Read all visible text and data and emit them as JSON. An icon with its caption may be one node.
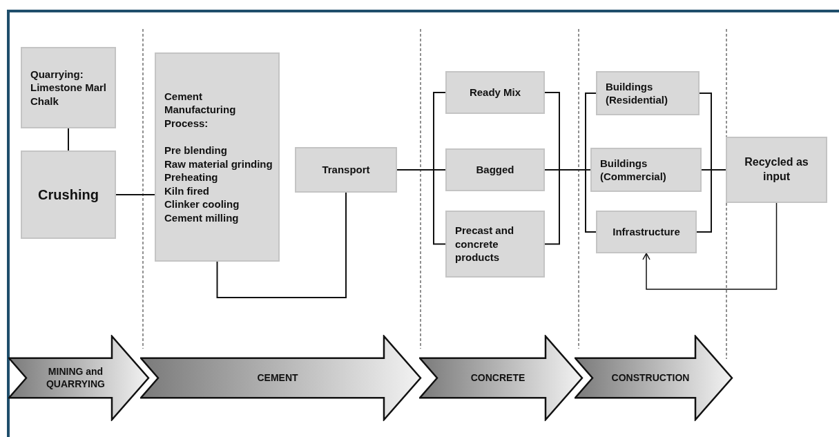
{
  "diagram": {
    "nodes": [
      {
        "text": [
          "Quarrying: Limestone Marl Chalk"
        ]
      },
      {
        "text": [
          "Crushing"
        ]
      },
      {
        "text": [
          "Cement Manufacturing Process:",
          "Pre blending",
          "Raw material grinding",
          "Preheating",
          "Kiln fired",
          "Clinker cooling",
          "Cement milling"
        ]
      },
      {
        "text": [
          "Transport"
        ]
      },
      {
        "text": [
          "Ready Mix"
        ]
      },
      {
        "text": [
          "Bagged"
        ]
      },
      {
        "text": [
          "Precast and concrete products"
        ]
      },
      {
        "text": [
          "Buildings (Residential)"
        ]
      },
      {
        "text": [
          "Buildings (Commercial)"
        ]
      },
      {
        "text": [
          "Infrastructure"
        ]
      },
      {
        "text": [
          "Recycled as input"
        ]
      },
      {
        "text": [
          "MINING and QUARRYING"
        ]
      },
      {
        "text": [
          "CEMENT"
        ]
      },
      {
        "text": [
          "CONCRETE"
        ]
      },
      {
        "text": [
          "CONSTRUCTION"
        ]
      }
    ],
    "edges": [
      {
        "from": 0,
        "to": 1,
        "arrow": "none"
      },
      {
        "from": 1,
        "to": 2,
        "arrow": "none"
      },
      {
        "from": 2,
        "to": 3,
        "arrow": "none"
      },
      {
        "from": 3,
        "to": 4,
        "arrow": "none"
      },
      {
        "from": 3,
        "to": 5,
        "arrow": "none"
      },
      {
        "from": 3,
        "to": 6,
        "arrow": "none"
      },
      {
        "from": 4,
        "to": 7,
        "arrow": "none"
      },
      {
        "from": 4,
        "to": 8,
        "arrow": "none"
      },
      {
        "from": 4,
        "to": 9,
        "arrow": "none"
      },
      {
        "from": 5,
        "to": 7,
        "arrow": "none"
      },
      {
        "from": 5,
        "to": 8,
        "arrow": "none"
      },
      {
        "from": 5,
        "to": 9,
        "arrow": "none"
      },
      {
        "from": 6,
        "to": 7,
        "arrow": "none"
      },
      {
        "from": 6,
        "to": 8,
        "arrow": "none"
      },
      {
        "from": 6,
        "to": 9,
        "arrow": "none"
      },
      {
        "from": 7,
        "to": 10,
        "arrow": "none"
      },
      {
        "from": 8,
        "to": 10,
        "arrow": "none"
      },
      {
        "from": 9,
        "to": 10,
        "arrow": "none"
      },
      {
        "from": 10,
        "to": 9,
        "arrow": "to"
      }
    ]
  }
}
